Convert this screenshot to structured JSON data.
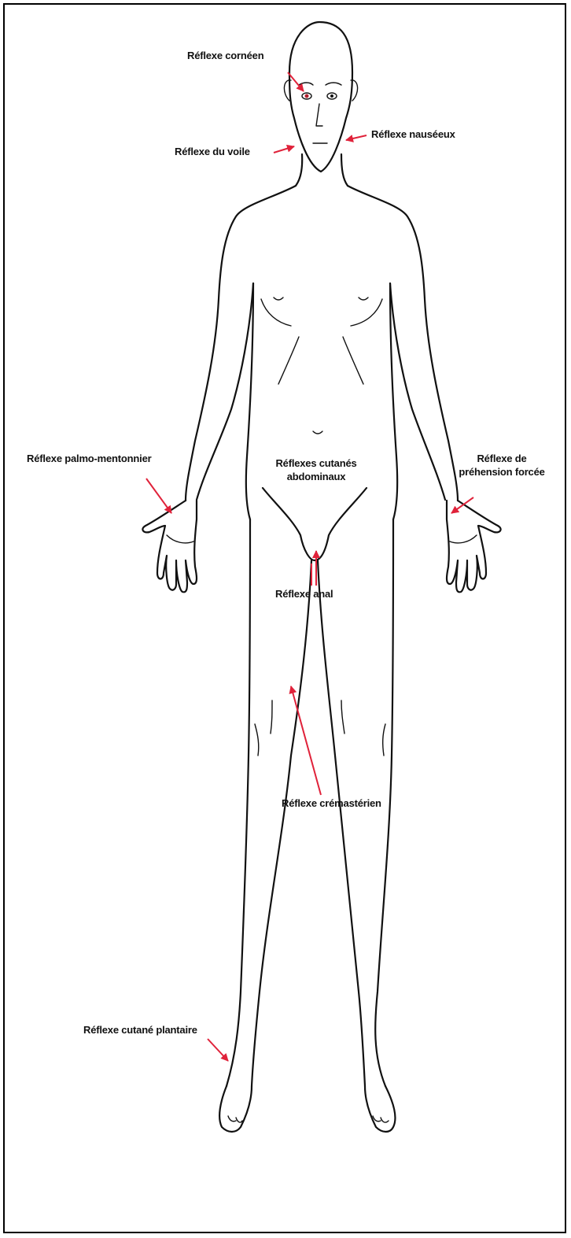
{
  "labels": {
    "corneen": "Réflexe cornéen",
    "nauseeux": "Réflexe nauséeux",
    "voile": "Réflexe du voile",
    "palmo": "Réflexe palmo-mentonnier",
    "prehension_1": "Réflexe de",
    "prehension_2": "préhension forcée",
    "abdominaux_1": "Réflexes cutanés",
    "abdominaux_2": "abdominaux",
    "anal": "Réflexe anal",
    "cremasterien": "Réflexe crémastérien",
    "plantaire": "Réflexe cutané plantaire"
  },
  "colors": {
    "arrow": "#e0223a",
    "outline": "#111111"
  }
}
